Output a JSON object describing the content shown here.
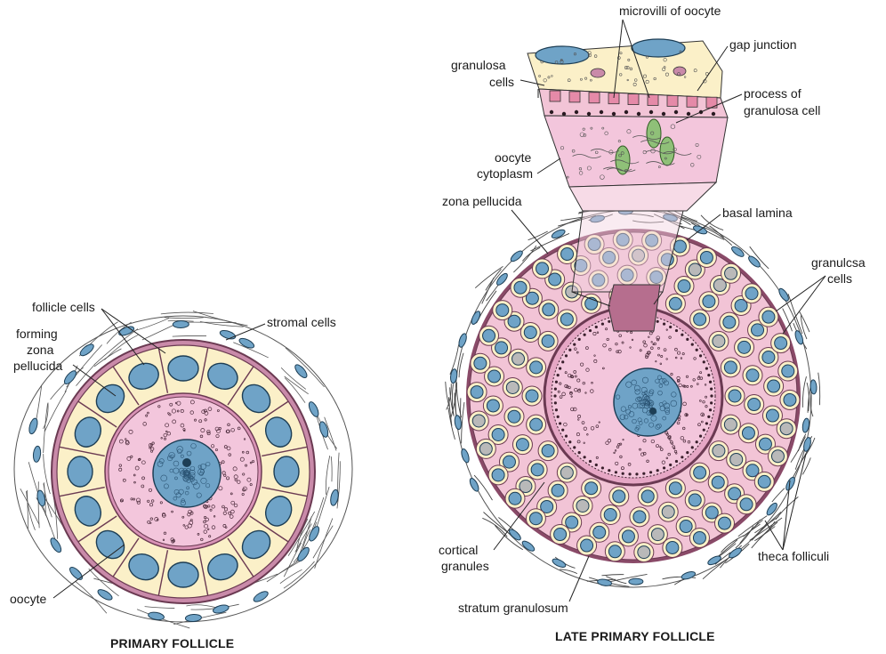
{
  "figures": {
    "primary": {
      "caption": "PRIMARY FOLLICLE",
      "labels": {
        "follicle_cells": "follicle cells",
        "stromal_cells": "stromal cells",
        "forming_1": "forming",
        "forming_2": "zona",
        "forming_3": "pellucida",
        "oocyte": "oocyte"
      }
    },
    "late": {
      "caption": "LATE PRIMARY FOLLICLE",
      "labels": {
        "microvilli": "microvilli of oocyte",
        "gap_junction": "gap junction",
        "granulosa_top_1": "granulosa",
        "granulosa_top_2": "cells",
        "process_1": "process of",
        "process_2": "granulosa cell",
        "cytoplasm_1": "oocyte",
        "cytoplasm_2": "cytoplasm",
        "zona_pellucida": "zona pellucida",
        "basal_lamina": "basal lamina",
        "granulosa_right_1": "granulcsa",
        "granulosa_right_2": "cells",
        "cortical_1": "cortical",
        "cortical_2": "granules",
        "theca": "theca folliculi",
        "stratum": "stratum granulosum"
      }
    }
  },
  "colors": {
    "oocyte_cytoplasm": "#f3c6dc",
    "follicle_cell": "#fbf0c8",
    "nucleus": "#6fa3c7",
    "stroma": "#ffffff",
    "basal_lamina": "#9b5c7c",
    "granulosa_matrix": "#f2c4d6",
    "mitochondria": "#8fc078"
  }
}
